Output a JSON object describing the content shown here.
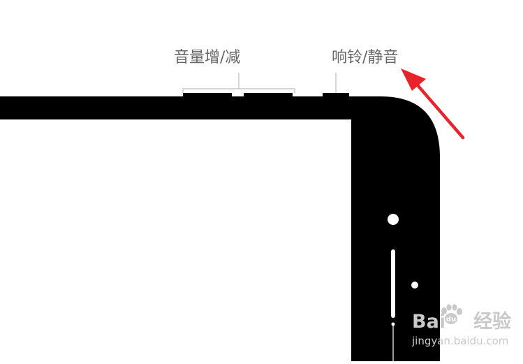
{
  "labels": {
    "volume": "音量增/减",
    "ring_silent": "响铃/静音"
  },
  "watermark": {
    "brand_left": "Bai",
    "brand_right": "经验",
    "url": "jingyan.baidu.com"
  },
  "colors": {
    "device": "#000000",
    "arrow": "#e8232a",
    "bracket": "#bbbbbb",
    "label_text": "#666666",
    "watermark": "#c9c9c9"
  }
}
